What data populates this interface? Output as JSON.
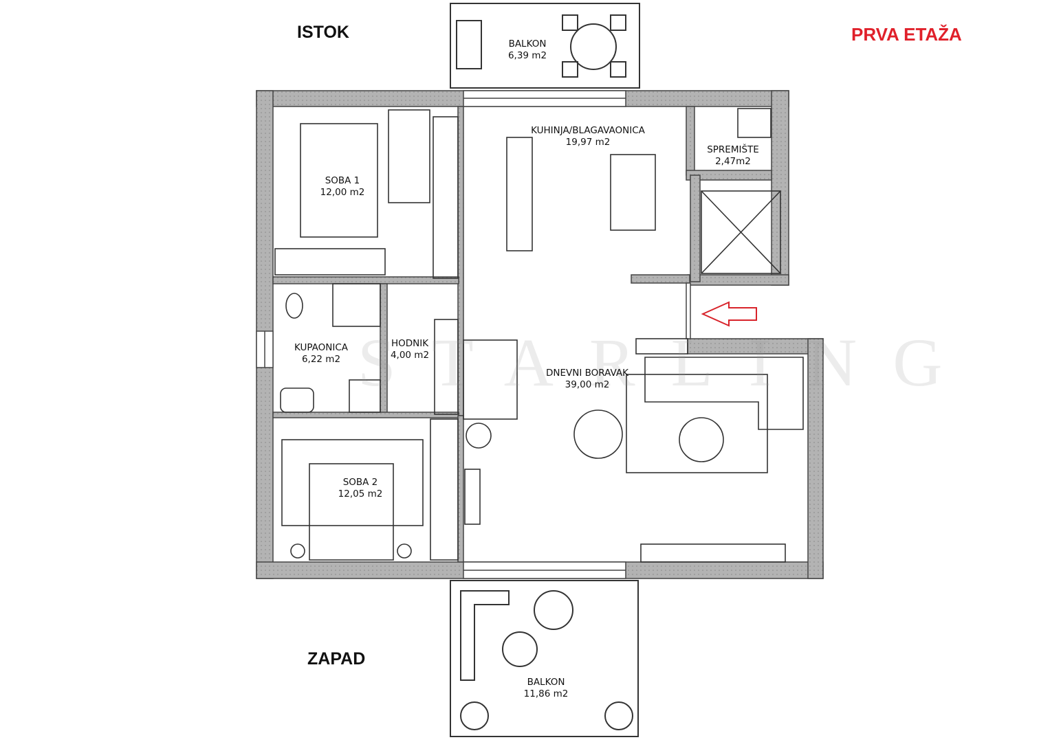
{
  "title": "PRVA ETAŽA",
  "compass": {
    "top": "ISTOK",
    "bottom": "ZAPAD"
  },
  "watermark": "STARLING",
  "colors": {
    "title": "#e0202a",
    "wall": "#a9a9a9",
    "wall_edge": "#444444",
    "entrance_arrow": "#d8232a"
  },
  "rooms": [
    {
      "name": "BALKON",
      "area": "6,39 m2"
    },
    {
      "name": "KUHINJA/BLAGAVAONICA",
      "area": "19,97 m2"
    },
    {
      "name": "SPREMIŠTE",
      "area": "2,47m2"
    },
    {
      "name": "SOBA 1",
      "area": "12,00 m2"
    },
    {
      "name": "KUPAONICA",
      "area": "6,22 m2"
    },
    {
      "name": "HODNIK",
      "area": "4,00 m2"
    },
    {
      "name": "DNEVNI BORAVAK",
      "area": "39,00 m2"
    },
    {
      "name": "SOBA 2",
      "area": "12,05 m2"
    },
    {
      "name": "BALKON",
      "area": "11,86 m2"
    }
  ],
  "icons": {
    "entrance": "entrance-arrow-icon"
  }
}
